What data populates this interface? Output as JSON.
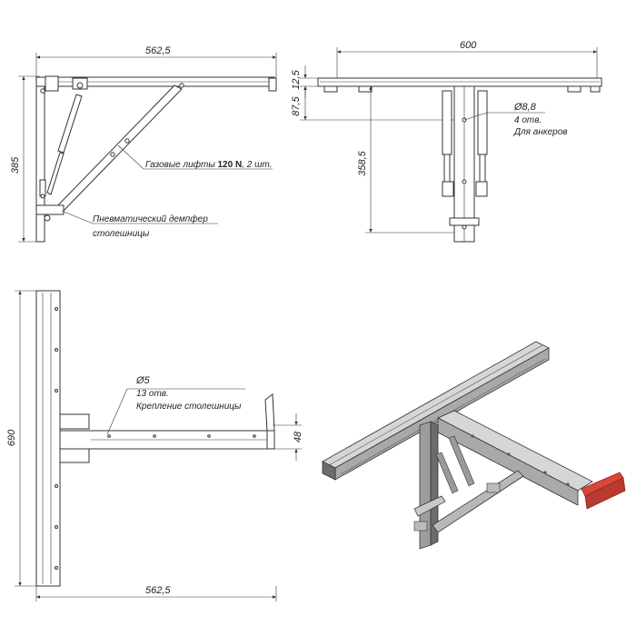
{
  "views": {
    "side": {
      "width_dim": "562,5",
      "height_dim": "385",
      "gas_lift_note": "Газовые лифты",
      "gas_lift_strong": "120 N",
      "gas_lift_tail": ", 2 шт.",
      "damper_line1": "Пневматический демпфер",
      "damper_line2": "столешницы"
    },
    "front": {
      "width_dim": "600",
      "top_dim": "12,5",
      "gap_dim": "87,5",
      "height_dim": "358,5",
      "hole_dim": "Ø8,8",
      "hole_count": "4 отв.",
      "hole_purpose": "Для анкеров"
    },
    "top": {
      "height_dim": "690",
      "width_dim": "562,5",
      "depth_dim": "48",
      "hole_dim": "Ø5",
      "hole_count": "13 отв.",
      "hole_purpose": "Крепление столешницы"
    }
  },
  "colors": {
    "line": "#333333",
    "metal_light": "#d6d6d6",
    "metal_mid": "#a9a9a9",
    "metal_dark": "#6c6c6c",
    "handle_red": "#d9473a"
  }
}
